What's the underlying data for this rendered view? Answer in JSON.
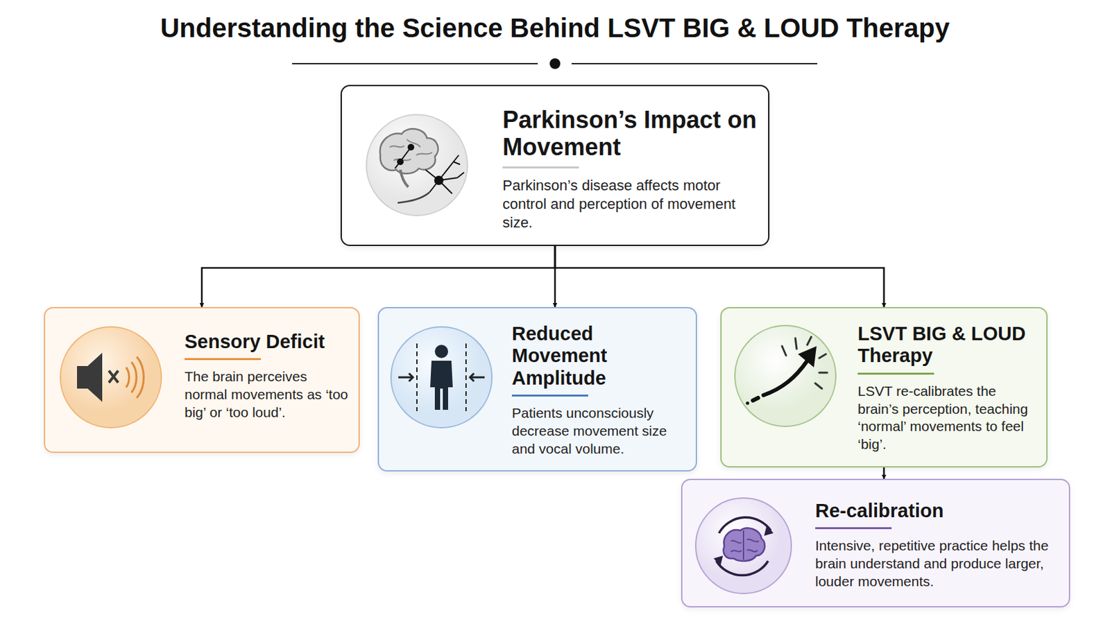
{
  "diagram": {
    "title": "Understanding the Science Behind LSVT BIG & LOUD Therapy",
    "nodes": [
      {
        "text": [
          "Parkinson’s Impact on Movement",
          "Parkinson’s disease affects motor control and perception of movement size."
        ]
      },
      {
        "text": [
          "Sensory Deficit",
          "The brain perceives normal movements as ‘too big’ or ‘too loud’."
        ]
      },
      {
        "text": [
          "Reduced Movement Amplitude",
          "Patients unconsciously decrease movement size and vocal volume."
        ]
      },
      {
        "text": [
          "LSVT BIG & LOUD Therapy",
          "LSVT re-calibrates the brain’s perception, teaching ‘normal’ movements to feel ‘big’."
        ]
      },
      {
        "text": [
          "Re-calibration",
          "Intensive, repetitive practice helps the brain understand and produce larger, louder movements."
        ]
      }
    ],
    "edges": [
      {
        "from": 0,
        "to": 1,
        "arrow": "to"
      },
      {
        "from": 0,
        "to": 2,
        "arrow": "to"
      },
      {
        "from": 0,
        "to": 3,
        "arrow": "to"
      },
      {
        "from": 3,
        "to": 4,
        "arrow": "to"
      }
    ]
  }
}
